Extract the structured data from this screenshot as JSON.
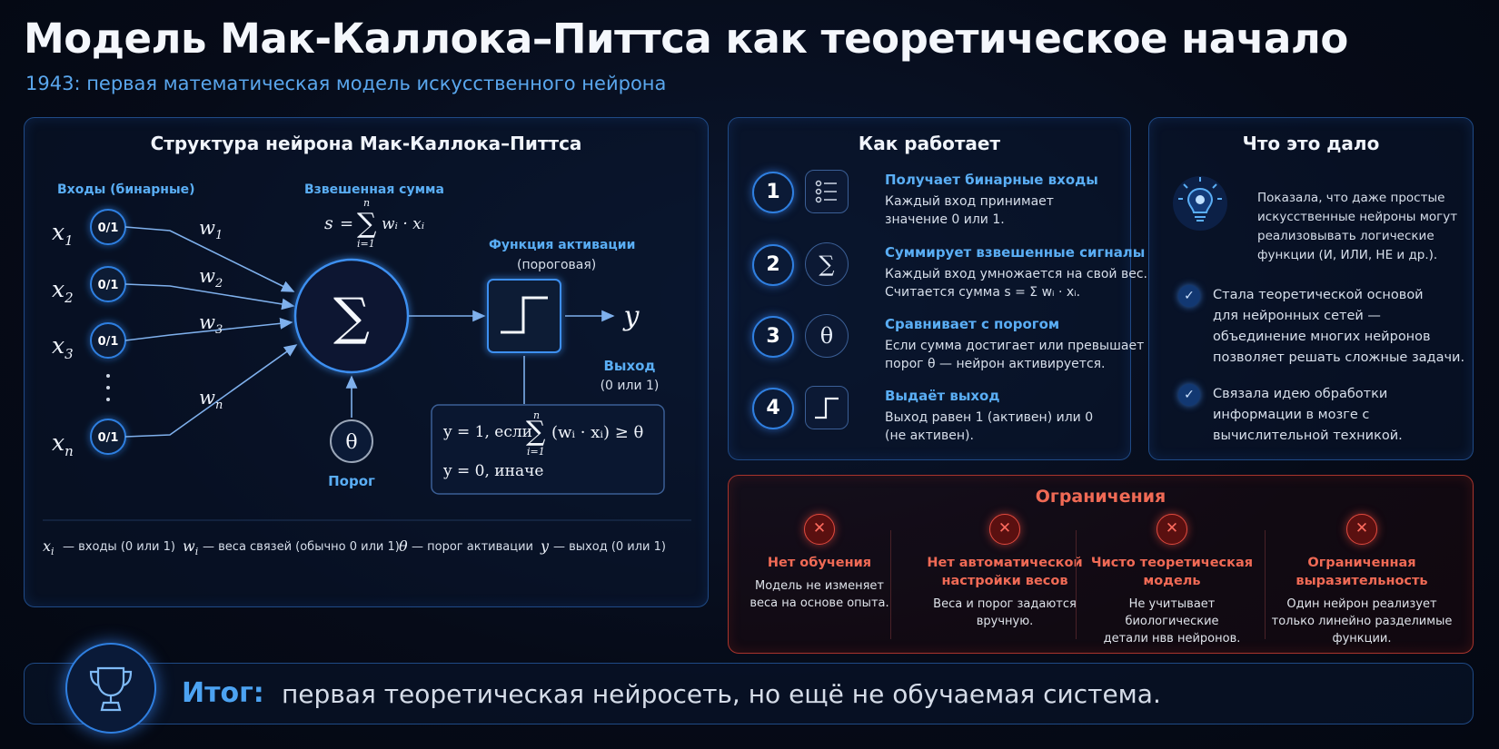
{
  "header": {
    "title": "Модель Мак-Каллока–Питтса как теоретическое начало",
    "subtitle": "1943: первая математическая модель искусственного нейрона"
  },
  "structure": {
    "title": "Структура нейрона Мак-Каллока–Питтса",
    "inputs_label": "Входы (бинарные)",
    "weighted_sum_label": "Взвешенная сумма",
    "sum_formula": "s = Σ wᵢ · xᵢ",
    "activation_label": "Функция активации",
    "activation_sub": "(пороговая)",
    "output_label": "Выход",
    "output_sub": "(0 или 1)",
    "threshold_label": "Порог",
    "inputs": [
      {
        "var": "x",
        "sub": "1",
        "value": "0/1",
        "weight": "w",
        "wsub": "1"
      },
      {
        "var": "x",
        "sub": "2",
        "value": "0/1",
        "weight": "w",
        "wsub": "2"
      },
      {
        "var": "x",
        "sub": "3",
        "value": "0/1",
        "weight": "w",
        "wsub": "3"
      },
      {
        "var": "x",
        "sub": "n",
        "value": "0/1",
        "weight": "w",
        "wsub": "n"
      }
    ],
    "rule_1": "y = 1, если",
    "rule_2": "y = 0, иначе",
    "legend": [
      {
        "sym": "x",
        "sub": "i",
        "text": "— входы (0 или 1)"
      },
      {
        "sym": "w",
        "sub": "i",
        "text": "— веса связей (обычно 0 или 1)"
      },
      {
        "sym": "θ",
        "sub": "",
        "text": "— порог активации"
      },
      {
        "sym": "y",
        "sub": "",
        "text": "— выход (0 или 1)"
      }
    ]
  },
  "how": {
    "title": "Как работает",
    "steps": [
      {
        "num": "1",
        "icon": "list-icon",
        "head": "Получает бинарные входы",
        "line1": "Каждый вход принимает",
        "line2": "значение 0 или 1."
      },
      {
        "num": "2",
        "icon": "sigma-icon",
        "head": "Суммирует взвешенные сигналы",
        "line1": "Каждый вход умножается на свой вес.",
        "line2": "Считается сумма s = Σ wᵢ · xᵢ."
      },
      {
        "num": "3",
        "icon": "theta-icon",
        "head": "Сравнивает с порогом",
        "line1": "Если сумма достигает или превышает",
        "line2": "порог θ — нейрон активируется."
      },
      {
        "num": "4",
        "icon": "step-function-icon",
        "head": "Выдаёт выход",
        "line1": "Выход равен 1 (активен) или 0",
        "line2": "(не активен)."
      }
    ]
  },
  "gave": {
    "title": "Что это дало",
    "intro": [
      "Показала, что даже простые",
      "искусственные нейроны могут",
      "реализовывать логические",
      "функции (И, ИЛИ, НЕ и др.)."
    ],
    "point1": [
      "Стала теоретической основой",
      "для нейронных сетей —",
      "объединение многих нейронов",
      "позволяет решать сложные задачи."
    ],
    "point2": [
      "Связала идею обработки",
      "информации в мозге с",
      "вычислительной техникой."
    ]
  },
  "limits": {
    "title": "Ограничения",
    "items": [
      {
        "head": [
          "Нет обучения"
        ],
        "text": [
          "Модель не изменяет",
          "веса на основе опыта."
        ]
      },
      {
        "head": [
          "Нет автоматической",
          "настройки весов"
        ],
        "text": [
          "Веса и порог задаются",
          "вручную."
        ]
      },
      {
        "head": [
          "Чисто теоретическая",
          "модель"
        ],
        "text": [
          "Не учитывает биологические",
          "детали нвв нейронов."
        ]
      },
      {
        "head": [
          "Ограниченная",
          "выразительность"
        ],
        "text": [
          "Один нейрон реализует",
          "только линейно разделимые",
          "функции."
        ]
      }
    ]
  },
  "summary": {
    "label": "Итог:",
    "text": "первая теоретическая нейросеть, но ещё не обучаемая система."
  }
}
